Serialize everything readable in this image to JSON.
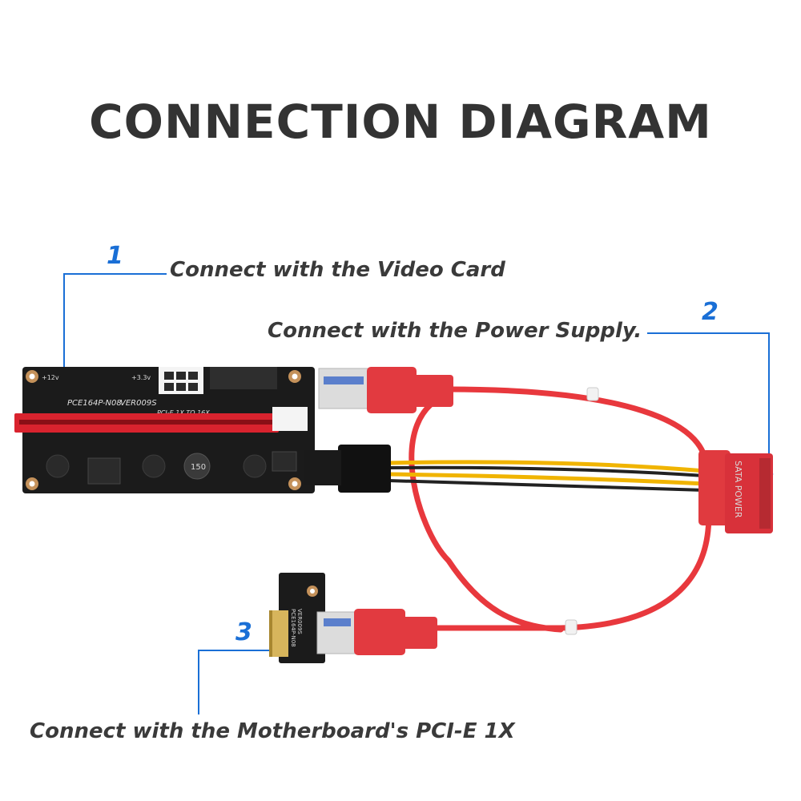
{
  "title": "CONNECTION DIAGRAM",
  "callouts": [
    {
      "number": "1",
      "text": "Connect with the Video Card"
    },
    {
      "number": "2",
      "text": "Connect with the Power Supply."
    },
    {
      "number": "3",
      "text": "Connect with the Motherboard's PCI-E 1X"
    }
  ],
  "board_labels": {
    "model": "PCE164P-N08",
    "version": "VER009S",
    "spec": "PCI-E 1X TO 16X",
    "v12": "+12v",
    "v33": "+3.3v",
    "capacitor": "150",
    "sata_label": "SATA POWER",
    "small_version": "VER009S",
    "small_model": "PCE164P-N08"
  },
  "colors": {
    "callout_blue": "#1a6fd6",
    "cable_red": "#e8383d",
    "pcb_black": "#1b1b1b",
    "slot_red": "#d9232e",
    "title_gray": "#333333"
  }
}
